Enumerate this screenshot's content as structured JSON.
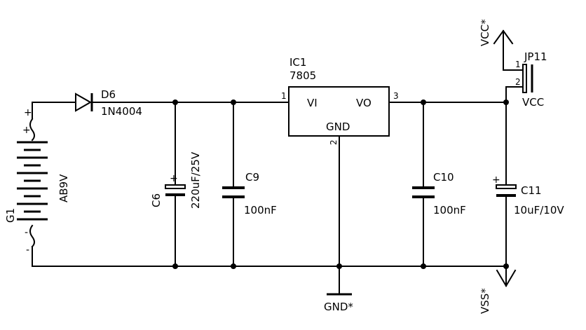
{
  "battery": {
    "ref": "G1",
    "value": "AB9V",
    "plus": "+",
    "minus": "-"
  },
  "diode": {
    "ref": "D6",
    "value": "1N4004"
  },
  "c6": {
    "ref": "C6",
    "value": "220uF/25V",
    "plus": "+"
  },
  "c9": {
    "ref": "C9",
    "value": "100nF"
  },
  "regulator": {
    "ref": "IC1",
    "value": "7805",
    "pin_in": "VI",
    "pin_out": "VO",
    "pin_gnd": "GND",
    "pin1": "1",
    "pin2": "2",
    "pin3": "3"
  },
  "c10": {
    "ref": "C10",
    "value": "100nF"
  },
  "c11": {
    "ref": "C11",
    "value": "10uF/10V",
    "plus": "+"
  },
  "jumper": {
    "ref": "JP11",
    "pin1": "1",
    "pin2": "2",
    "net": "VCC"
  },
  "supply": {
    "vcc": "VCC*",
    "vss": "VSS*",
    "gnd": "GND*"
  }
}
